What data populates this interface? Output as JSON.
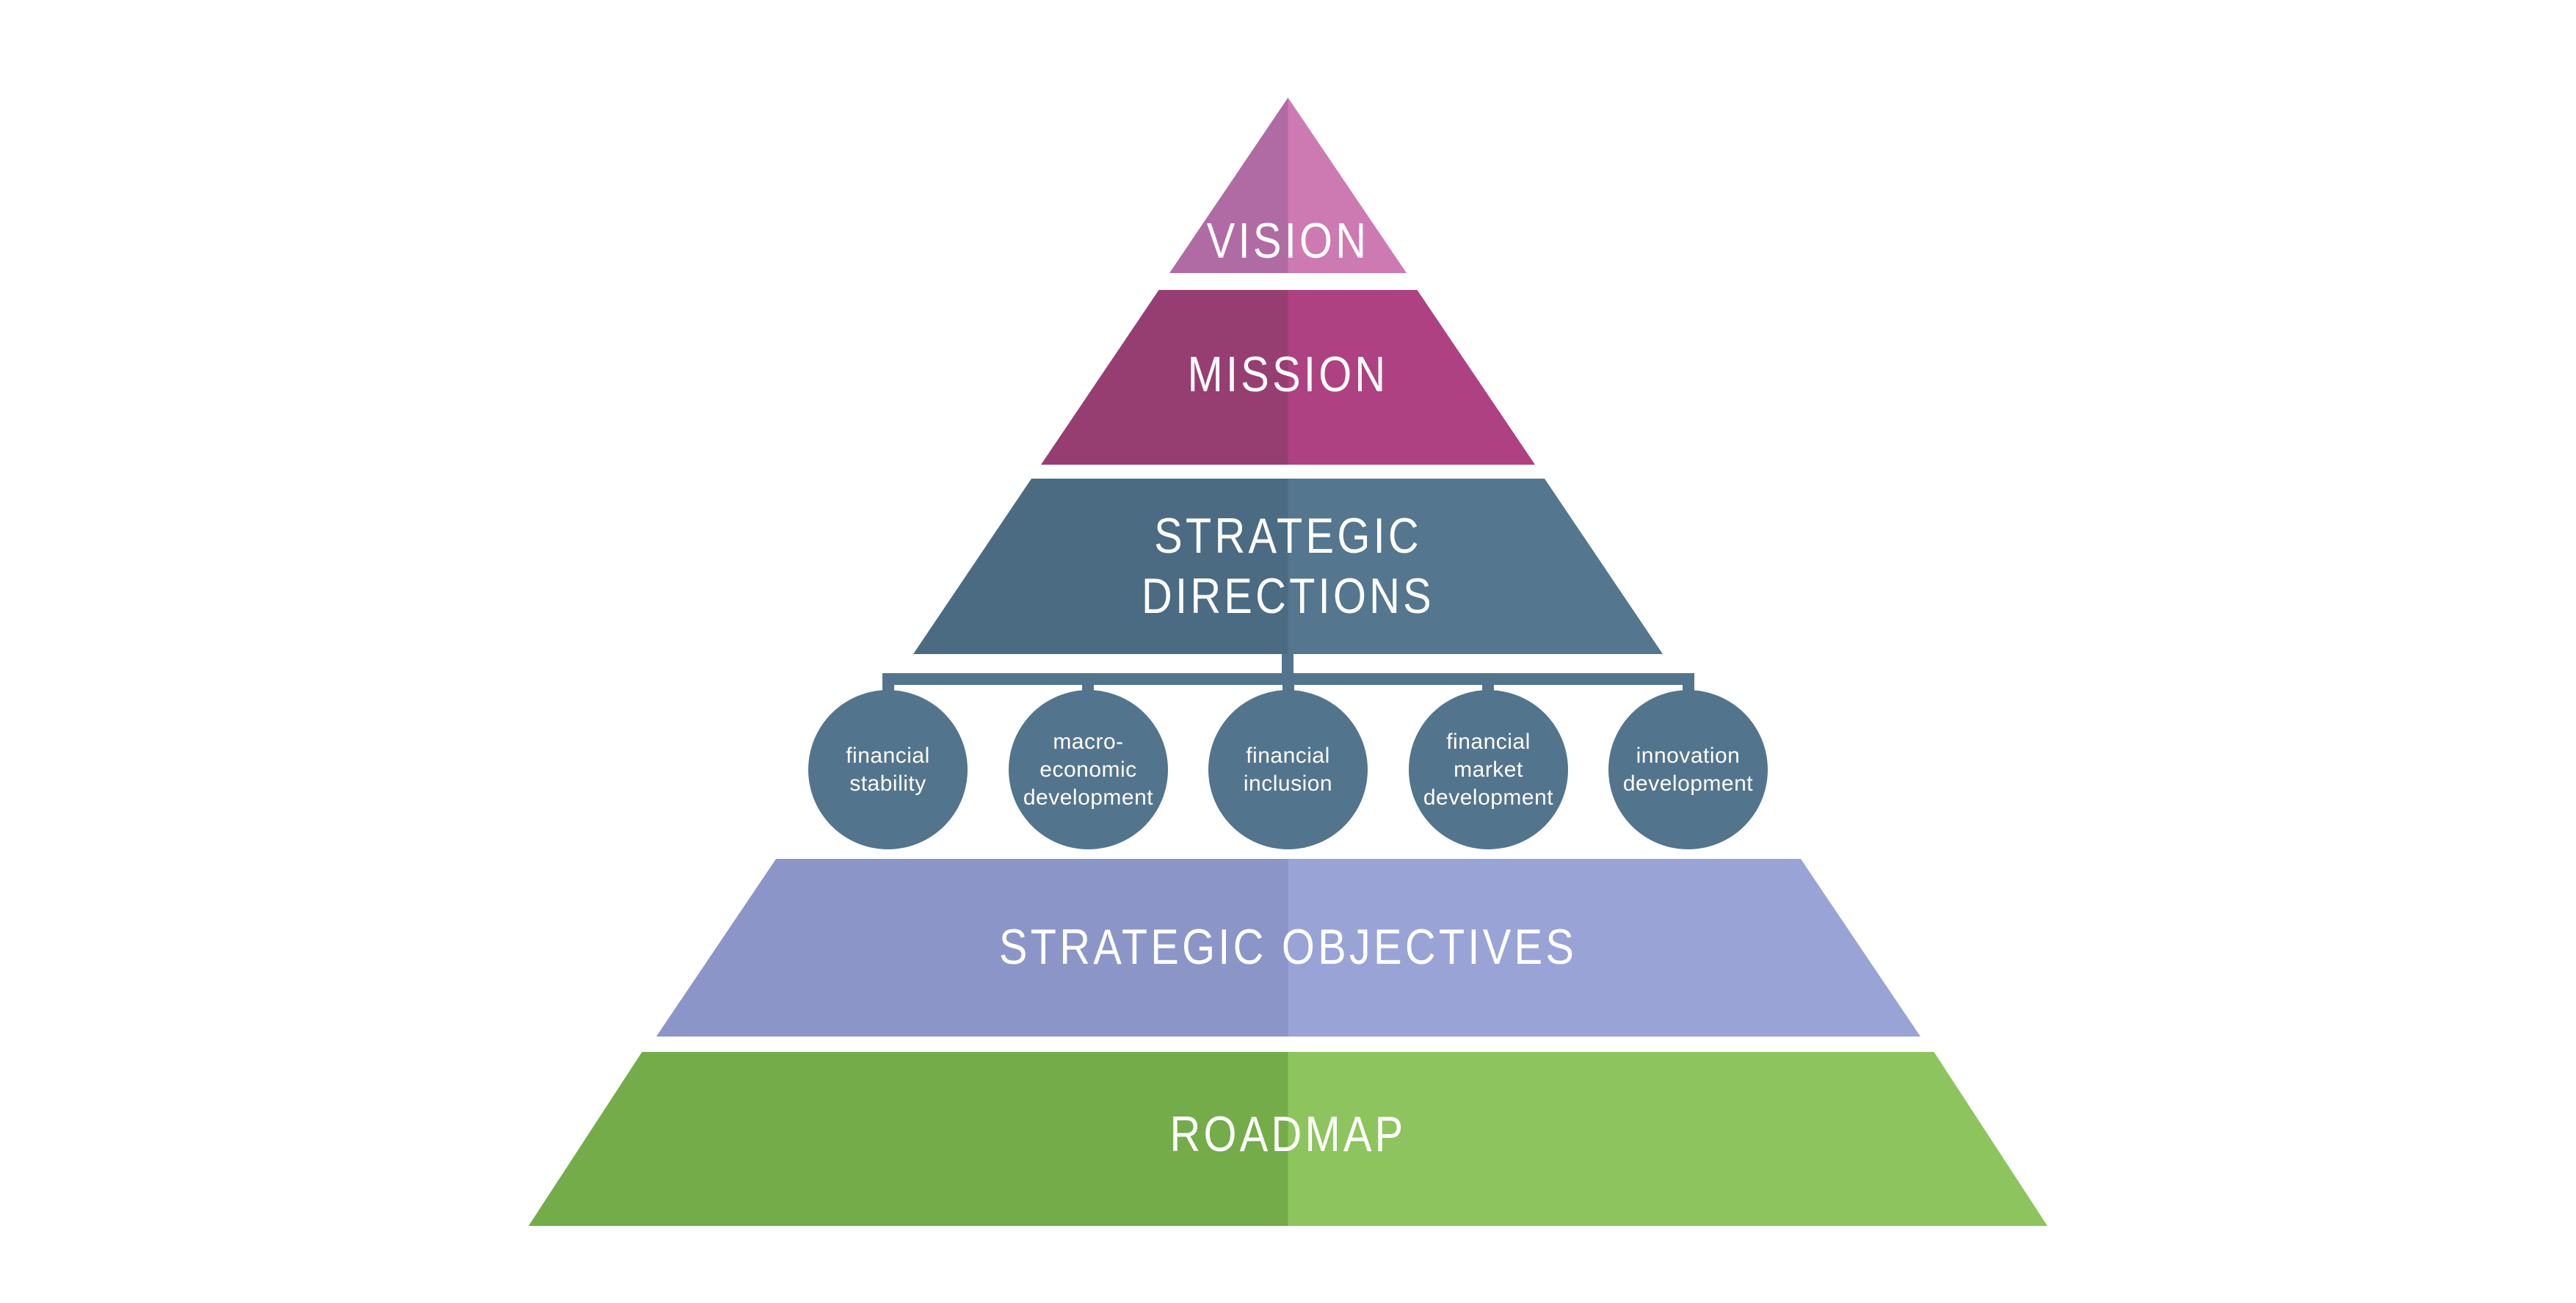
{
  "page": {
    "background": "#ffffff",
    "text_color": "#ffffff"
  },
  "pyramid": {
    "levels": [
      {
        "id": "vision",
        "label": "VISION",
        "color_left": "#b16ba4",
        "color_right": "#ce7ab2"
      },
      {
        "id": "mission",
        "label": "MISSION",
        "color_left": "#963e72",
        "color_right": "#ae4181"
      },
      {
        "id": "strategic-directions",
        "label": "STRATEGIC\nDIRECTIONS",
        "color_left": "#4b6b83",
        "color_right": "#54768e"
      },
      {
        "id": "strategic-objectives",
        "label": "STRATEGIC OBJECTIVES",
        "color_left": "#8b95c7",
        "color_right": "#99a3d6"
      },
      {
        "id": "roadmap",
        "label": "ROADMAP",
        "color_left": "#74ac49",
        "color_right": "#8ec45e"
      }
    ],
    "nodes": [
      {
        "label": "financial\nstability"
      },
      {
        "label": "macro-\neconomic\ndevelopment"
      },
      {
        "label": "financial\ninclusion"
      },
      {
        "label": "financial\nmarket\ndevelopment"
      },
      {
        "label": "innovation\ndevelopment"
      }
    ],
    "connector_color": "#53748d",
    "node_color": "#53748d"
  }
}
